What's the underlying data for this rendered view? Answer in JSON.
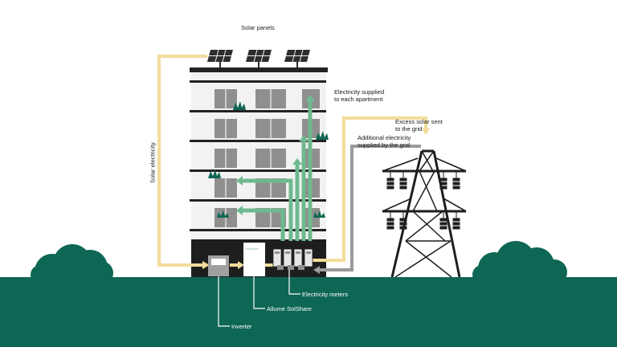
{
  "labels": {
    "solar_panels": "Solar panels",
    "solar_electricity": "Solar electricity",
    "supplied_line1": "Electricity supplied",
    "supplied_line2": "to each apartment",
    "excess_line1": "Excess solar sent",
    "excess_line2": "to the grid",
    "additional_line1": "Additional electricity",
    "additional_line2": "supplied by the grid",
    "meters": "Electricity meters",
    "solshare": "Allume SolShare",
    "inverter": "Inverter",
    "solshare_brand": "SolShare"
  },
  "colors": {
    "ground": "#0e6654",
    "building": "#f2f2f2",
    "dark": "#222222",
    "solar_line": "#f2dc9a",
    "supply_arrow": "#6fb98f",
    "grid_line": "#9a9a9a",
    "window": "#8f8f8f"
  }
}
